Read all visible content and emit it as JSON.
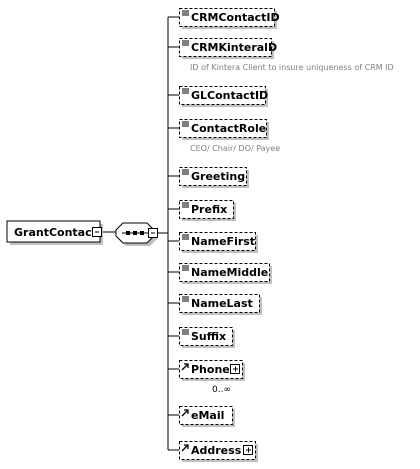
{
  "root": {
    "label": "GrantContact"
  },
  "sequence": {
    "icon": "sequence-compositor-icon"
  },
  "children": [
    {
      "label": "CRMContactID",
      "optional": true,
      "type": "simple"
    },
    {
      "label": "CRMKinteralD",
      "optional": true,
      "type": "simple",
      "annotation": "ID of Kintera Client to insure uniqueness of CRM ID"
    },
    {
      "label": "GLContactID",
      "optional": true,
      "type": "simple"
    },
    {
      "label": "ContactRole",
      "optional": true,
      "type": "simple",
      "annotation": "CEO/ Chair/ DO/ Payee"
    },
    {
      "label": "Greeting",
      "optional": true,
      "type": "simple"
    },
    {
      "label": "Prefix",
      "optional": true,
      "type": "simple"
    },
    {
      "label": "NameFirst",
      "optional": true,
      "type": "simple"
    },
    {
      "label": "NameMiddle",
      "optional": true,
      "type": "simple"
    },
    {
      "label": "NameLast",
      "optional": true,
      "type": "simple"
    },
    {
      "label": "Suffix",
      "optional": true,
      "type": "simple"
    },
    {
      "label": "Phone",
      "optional": true,
      "type": "reference",
      "expandable": true,
      "occurrence": "0..∞"
    },
    {
      "label": "eMail",
      "optional": true,
      "type": "reference"
    },
    {
      "label": "Address",
      "optional": true,
      "type": "reference",
      "expandable": true
    }
  ],
  "colors": {
    "box_fill": "#ffffff",
    "border": "#000000",
    "shadow": "#c0c0c0",
    "annotation": "#808080"
  }
}
